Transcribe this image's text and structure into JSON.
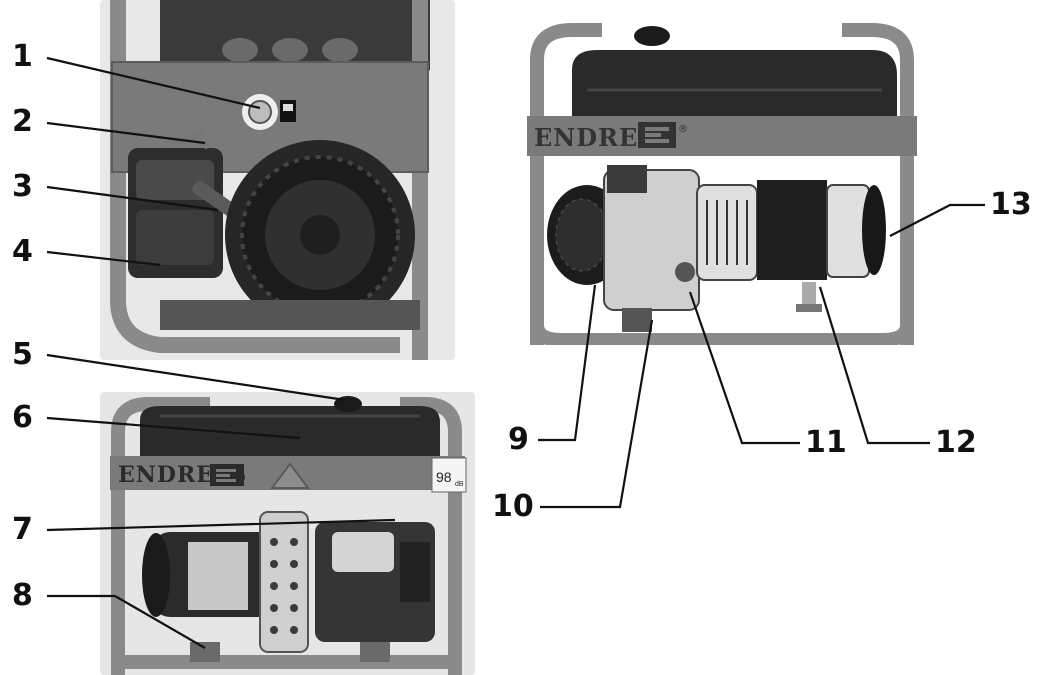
{
  "callouts": [
    "1",
    "2",
    "3",
    "4",
    "5",
    "6",
    "7",
    "8",
    "9",
    "10",
    "11",
    "12",
    "13"
  ],
  "brand": {
    "name": "ENDRESS",
    "mark": "E",
    "registered": "®"
  },
  "plate_text": "98",
  "plate_sub": "dB"
}
